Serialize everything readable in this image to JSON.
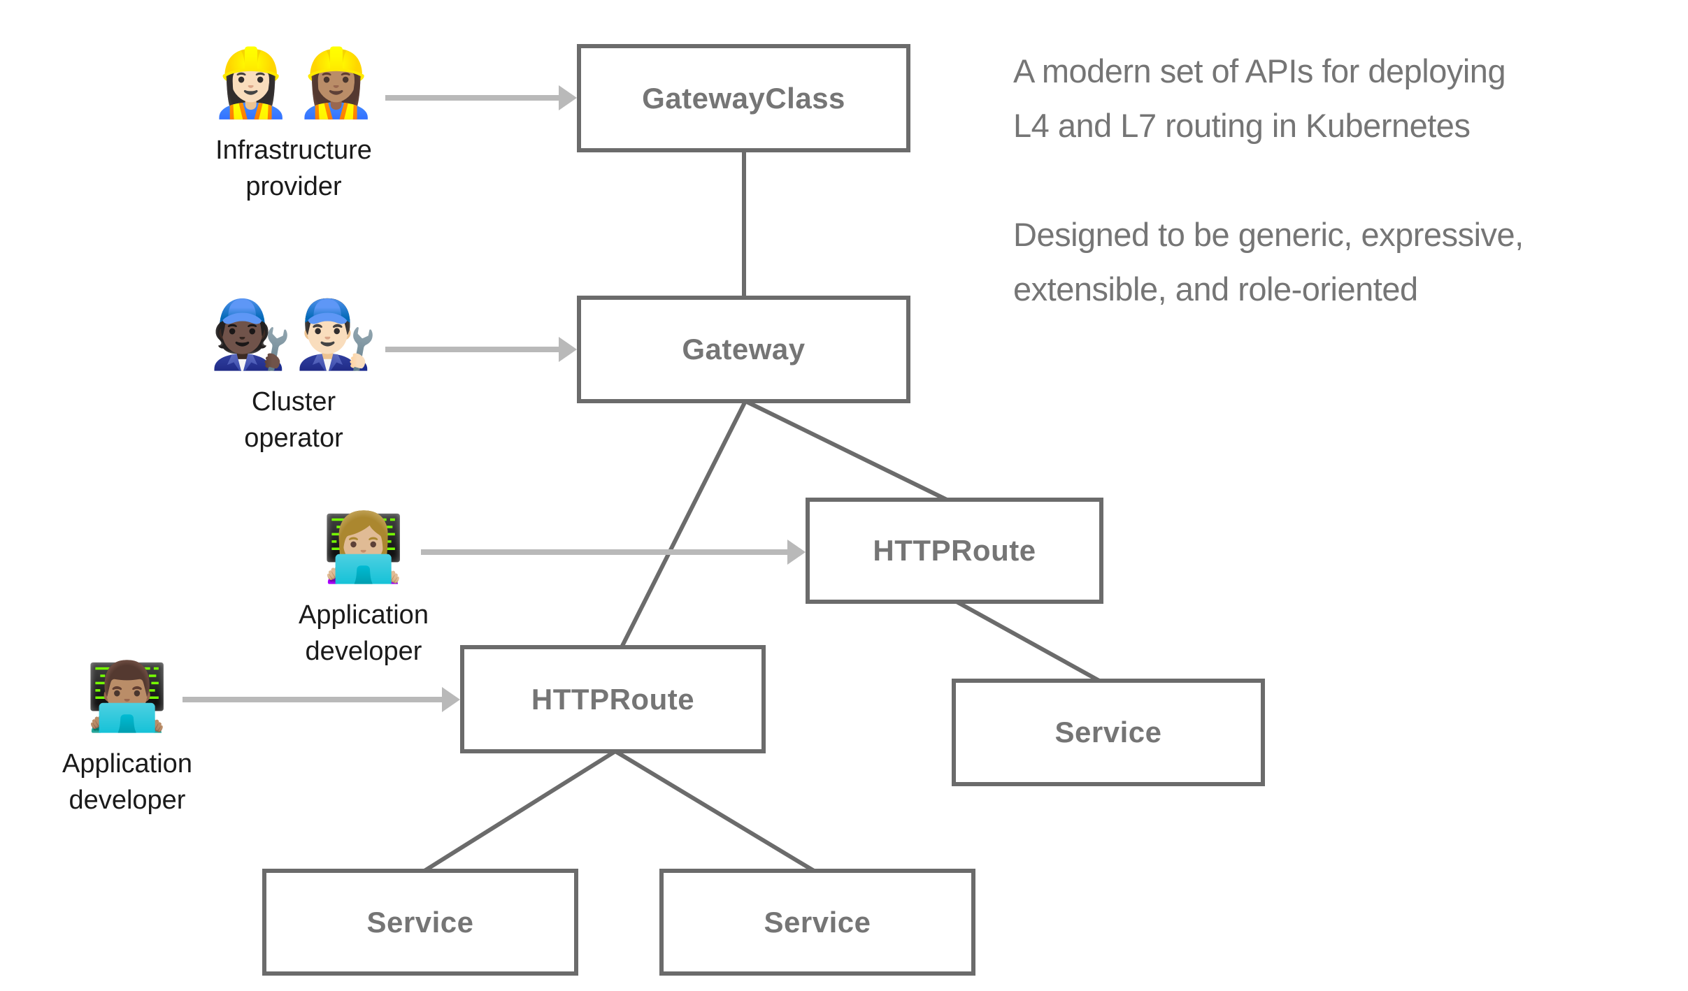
{
  "description": {
    "p1_line1": "A modern set of APIs for deploying",
    "p1_line2": "L4 and L7 routing in Kubernetes",
    "p2_line1": "Designed to be generic, expressive,",
    "p2_line2": "extensible, and role-oriented"
  },
  "nodes": {
    "gatewayclass": {
      "label": "GatewayClass"
    },
    "gateway": {
      "label": "Gateway"
    },
    "httproute_right": {
      "label": "HTTPRoute"
    },
    "httproute_left": {
      "label": "HTTPRoute"
    },
    "service_right": {
      "label": "Service"
    },
    "service_bottom_left": {
      "label": "Service"
    },
    "service_bottom_right": {
      "label": "Service"
    }
  },
  "personas": {
    "infrastructure_provider": {
      "emoji_1": "👷🏻‍♀️",
      "emoji_2": "👷🏽‍♀️",
      "label_line1": "Infrastructure",
      "label_line2": "provider"
    },
    "cluster_operator": {
      "emoji_1": "🧑🏿‍🔧",
      "emoji_2": "👨🏻‍🔧",
      "label_line1": "Cluster",
      "label_line2": "operator"
    },
    "application_developer_1": {
      "emoji_1": "👩🏼‍💻",
      "label_line1": "Application",
      "label_line2": "developer"
    },
    "application_developer_2": {
      "emoji_1": "👨🏽‍💻",
      "label_line1": "Application",
      "label_line2": "developer"
    }
  },
  "colors": {
    "background": "#ffffff",
    "box_border": "#6b6b6b",
    "box_text": "#757575",
    "connector": "#6b6b6b",
    "arrow": "#b9b9b9",
    "persona_label": "#1a1a1a",
    "description_text": "#757575"
  }
}
